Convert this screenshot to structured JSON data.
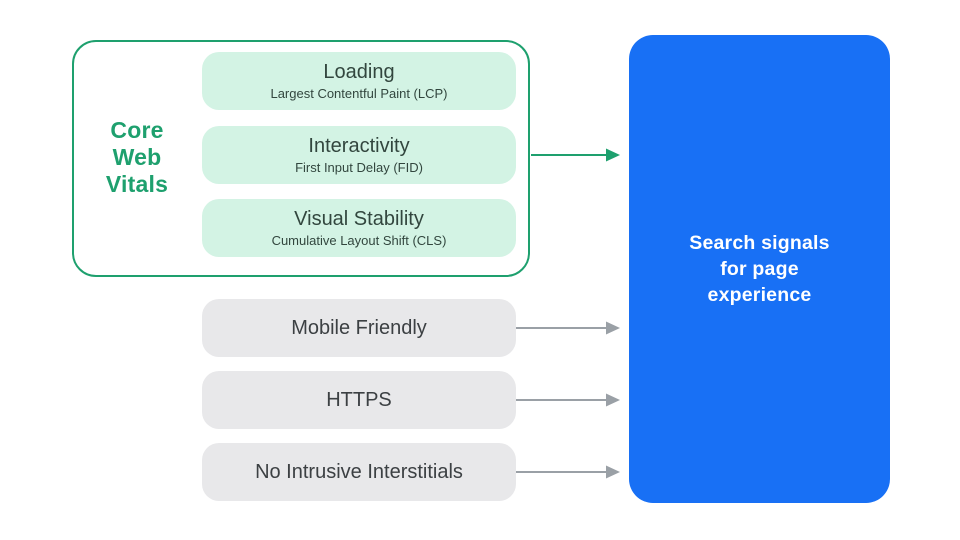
{
  "colors": {
    "green": "#1EA06E",
    "mint": "#D3F3E4",
    "gray_pill": "#E8E8EA",
    "arrow_gray": "#9AA0A6",
    "blue": "#1870F5",
    "dark_text": "#3C4043",
    "dark_green_text": "#32463E",
    "white_text": "#FFFFFF",
    "bg": "#FFFFFF"
  },
  "core_web_vitals": {
    "label": "Core\nWeb\nVitals",
    "items": [
      {
        "title": "Loading",
        "subtitle": "Largest Contentful Paint (LCP)"
      },
      {
        "title": "Interactivity",
        "subtitle": "First Input Delay (FID)"
      },
      {
        "title": "Visual Stability",
        "subtitle": "Cumulative Layout Shift (CLS)"
      }
    ]
  },
  "other_signals": [
    {
      "label": "Mobile Friendly"
    },
    {
      "label": "HTTPS"
    },
    {
      "label": "No Intrusive Interstitials"
    }
  ],
  "result": {
    "label": "Search signals\nfor page\nexperience"
  }
}
